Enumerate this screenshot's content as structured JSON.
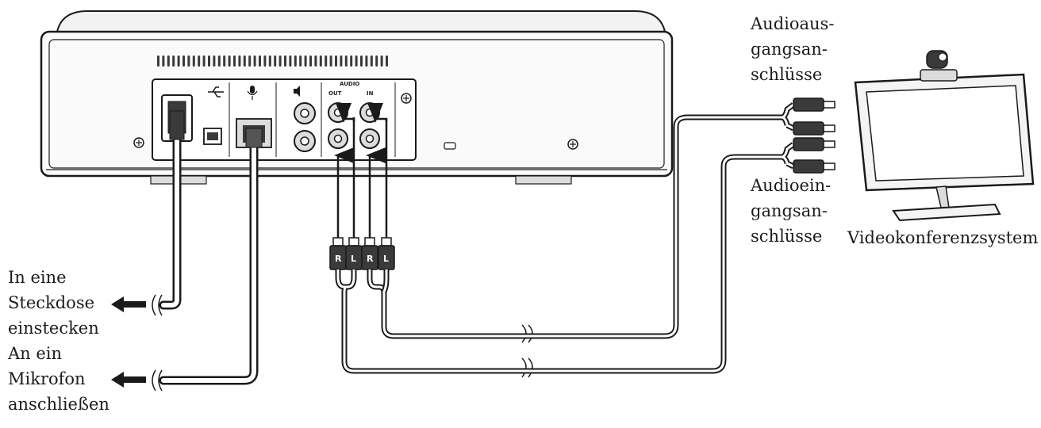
{
  "device": {
    "panel_labels": {
      "audio": "AUDIO",
      "out": "OUT",
      "in": "IN"
    },
    "plug_labels": [
      "R",
      "L",
      "R",
      "L"
    ]
  },
  "labels": {
    "audio_out": [
      "Audioaus-",
      "gangsan-",
      "schlüsse"
    ],
    "audio_in": [
      "Audioein-",
      "gangsan-",
      "schlüsse"
    ],
    "video_system": "Videokonferenzsystem",
    "power": [
      "In eine",
      "Steckdose",
      "einstecken"
    ],
    "mic": [
      "An ein",
      "Mikrofon",
      "anschließen"
    ]
  },
  "colors": {
    "line": "#1a1a1a",
    "fill_light": "#f4f4f4",
    "fill_mid": "#dcdcdc",
    "fill_dark": "#3a3a3a"
  }
}
